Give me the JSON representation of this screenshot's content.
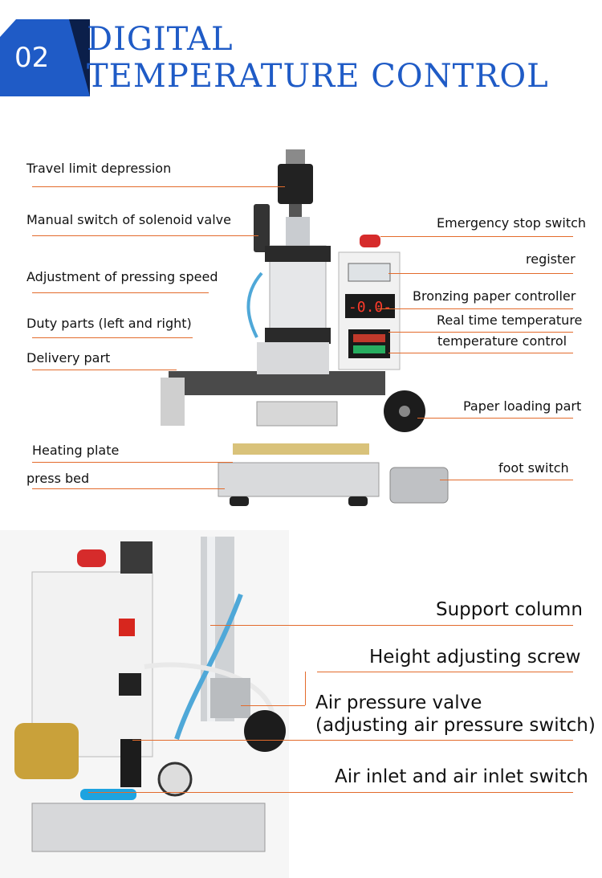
{
  "header": {
    "badge_number": "02",
    "title_line1": "DIGITAL",
    "title_line2": "TEMPERATURE CONTROL"
  },
  "colors": {
    "brand_blue": "#1f5bc6",
    "badge_dark": "#0b1f4a",
    "leader_line": "#e36b2c"
  },
  "machine_labels": {
    "travel_limit": "Travel limit depression",
    "manual_switch": "Manual switch of solenoid valve",
    "pressing_speed": "Adjustment of pressing speed",
    "duty_parts": "Duty parts (left and right)",
    "delivery_part": "Delivery part",
    "heating_plate": "Heating plate",
    "press_bed": "press bed",
    "emergency_stop": "Emergency stop switch",
    "register": "register",
    "bronzing_controller": "Bronzing paper controller",
    "real_time_temp": "Real time temperature",
    "temp_control": "temperature control",
    "paper_loading": "Paper loading part",
    "foot_switch": "foot switch"
  },
  "display_readout": "-0.0-",
  "detail_labels": {
    "support_column": "Support column",
    "height_screw": "Height adjusting screw",
    "air_valve_line1": "Air pressure valve",
    "air_valve_line2": "(adjusting air pressure switch)",
    "air_inlet": "Air inlet and air inlet switch"
  }
}
